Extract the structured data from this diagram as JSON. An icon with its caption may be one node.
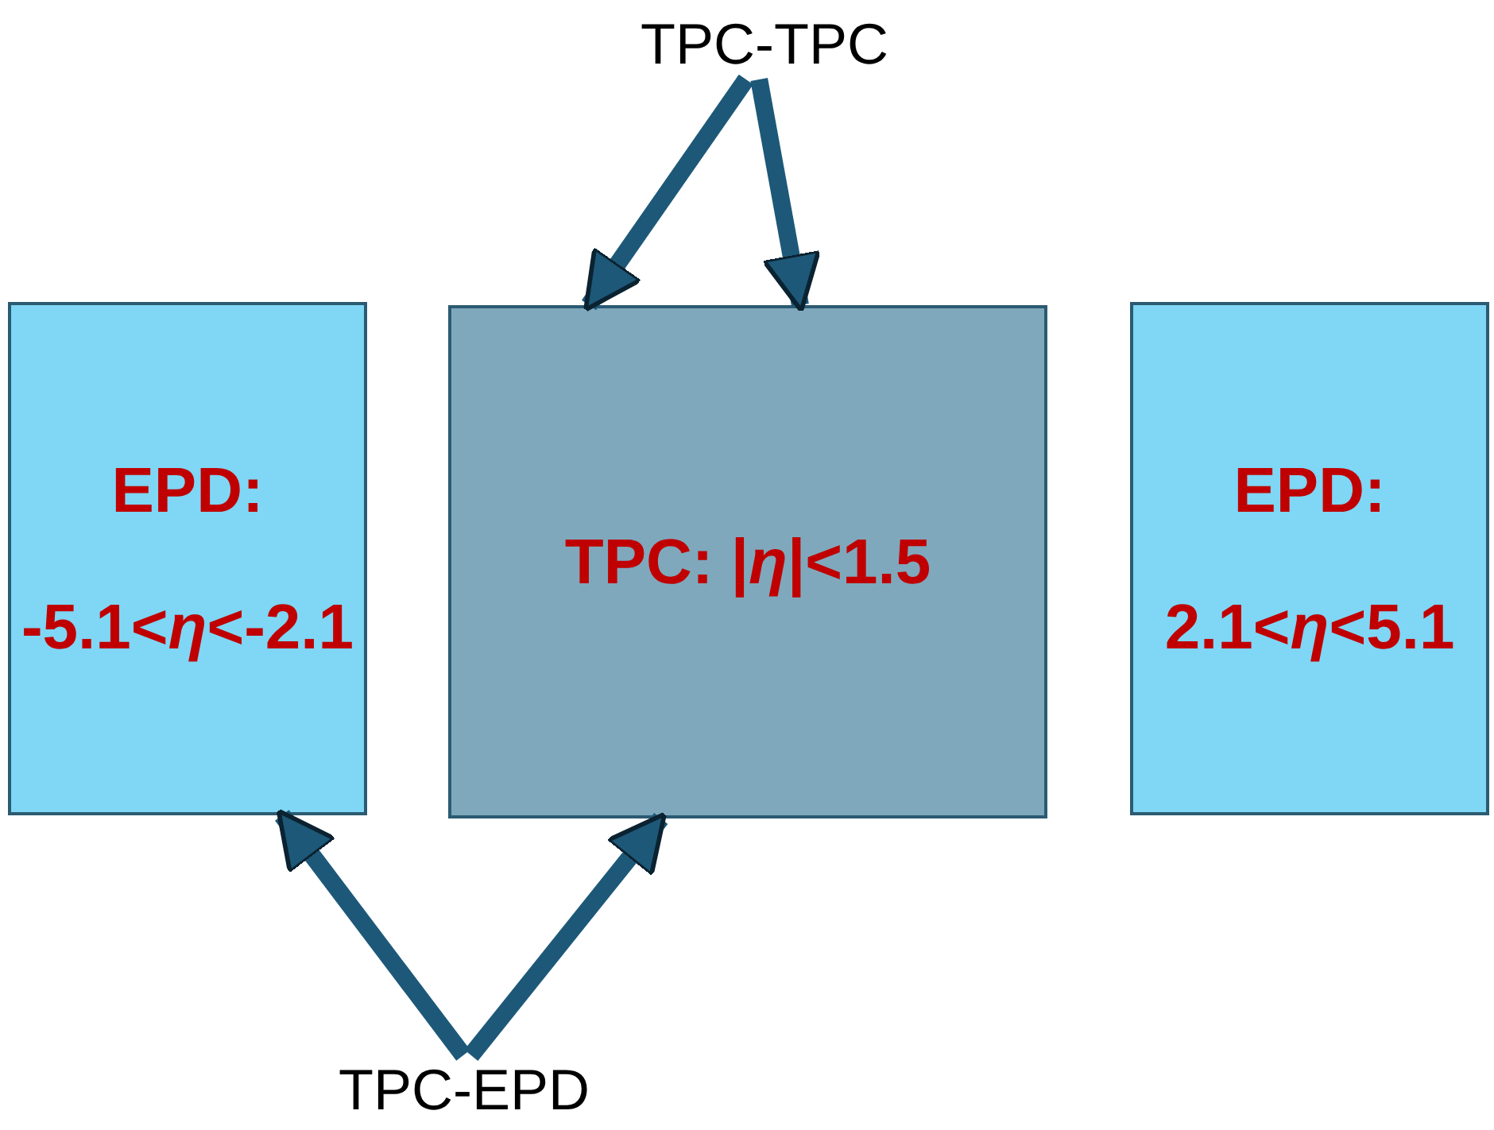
{
  "diagram": {
    "nodes": [
      {
        "text": [
          "TPC-TPC"
        ]
      },
      {
        "text": [
          "EPD:",
          "-5.1<*η*<-2.1"
        ]
      },
      {
        "text": [
          "TPC: |*η*|<1.5"
        ]
      },
      {
        "text": [
          "EPD:",
          "2.1<*η*<5.1"
        ]
      },
      {
        "text": [
          "TPC-EPD"
        ]
      }
    ],
    "edges": [
      {
        "from": 0,
        "to": 2,
        "arrow": "to"
      },
      {
        "from": 0,
        "to": 2,
        "arrow": "to"
      },
      {
        "from": 4,
        "to": 1,
        "arrow": "to"
      },
      {
        "from": 4,
        "to": 2,
        "arrow": "to"
      }
    ]
  }
}
